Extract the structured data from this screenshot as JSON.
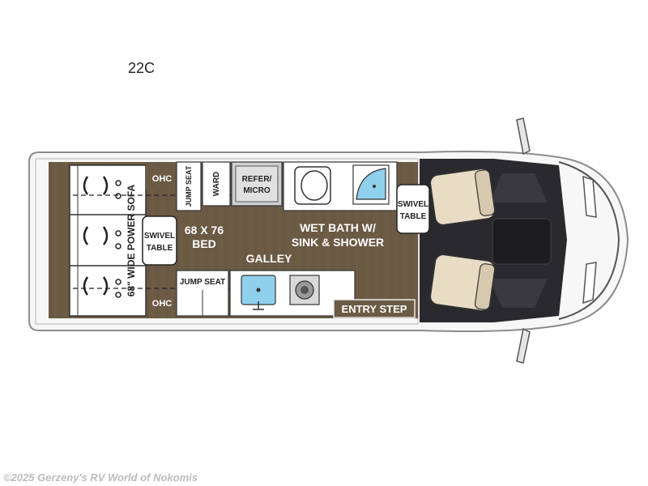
{
  "model": "22C",
  "copyright": "©2025 Gerzeny's RV World of Nokomis",
  "labels": {
    "ohc_top": "OHC",
    "ohc_bottom": "OHC",
    "jump_seat_top": "JUMP SEAT",
    "ward": "WARD",
    "refer_line1": "REFER/",
    "refer_line2": "MICRO",
    "sofa": "68\" WIDE POWER SOFA",
    "swivel_rear_1": "SWIVEL",
    "swivel_rear_2": "TABLE",
    "bed_line1": "68 X 76",
    "bed_line2": "BED",
    "wet_bath_line1": "WET BATH W/",
    "wet_bath_line2": "SINK & SHOWER",
    "galley": "GALLEY",
    "jump_seat_bottom": "JUMP SEAT",
    "entry_step": "ENTRY STEP",
    "swivel_front_1": "SWIVEL",
    "swivel_front_2": "TABLE"
  },
  "colors": {
    "floor": "#6b5a44",
    "body_outline": "#9a9a9a",
    "cab_dark": "#2a2a2e",
    "seat": "#e8dcc4",
    "cabinet": "#ffffff",
    "fridge": "#cfcfcf",
    "shower": "#8fd0ec"
  }
}
